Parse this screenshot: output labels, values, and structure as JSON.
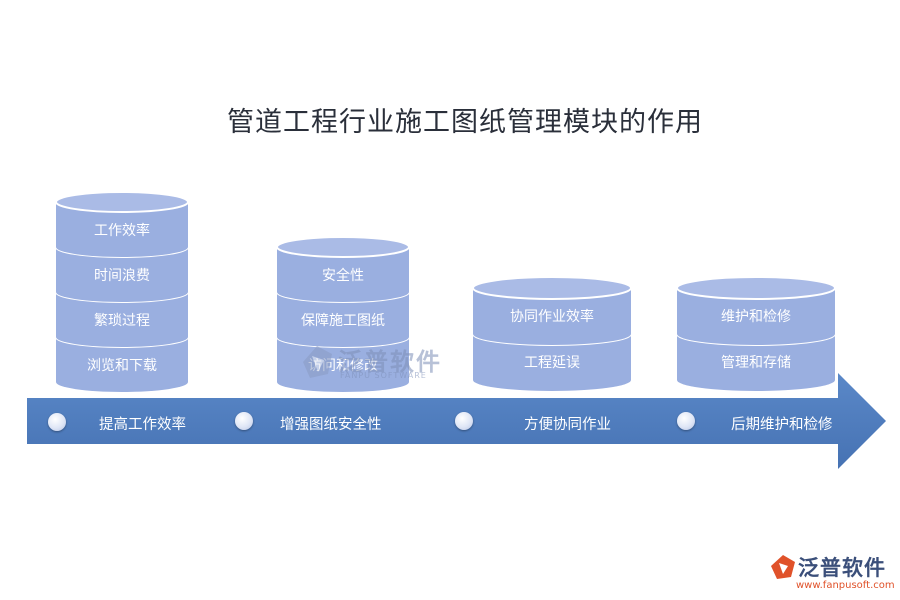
{
  "title": "管道工程行业施工图纸管理模块的作用",
  "stacks": [
    {
      "labels": [
        "工作效率",
        "时间浪费",
        "繁琐过程",
        "浏览和下载"
      ]
    },
    {
      "labels": [
        "安全性",
        "保障施工图纸",
        "访问和修改"
      ]
    },
    {
      "labels": [
        "协同作业效率",
        "工程延误"
      ]
    },
    {
      "labels": [
        "维护和检修",
        "管理和存储"
      ]
    }
  ],
  "timeline": [
    "提高工作效率",
    "增强图纸安全性",
    "方便协同作业",
    "后期维护和检修"
  ],
  "watermark": {
    "name": "泛普软件",
    "sub": "FANPU SOFTWARE"
  },
  "brand": {
    "name": "泛普软件",
    "url": "www.fanpusoft.com"
  },
  "colors": {
    "disk_body": "#9aafe0",
    "disk_top": "#aabbe6",
    "disk_edge": "#ffffff",
    "band": "#4f7dbf",
    "band_dark": "#3f6aaa"
  }
}
